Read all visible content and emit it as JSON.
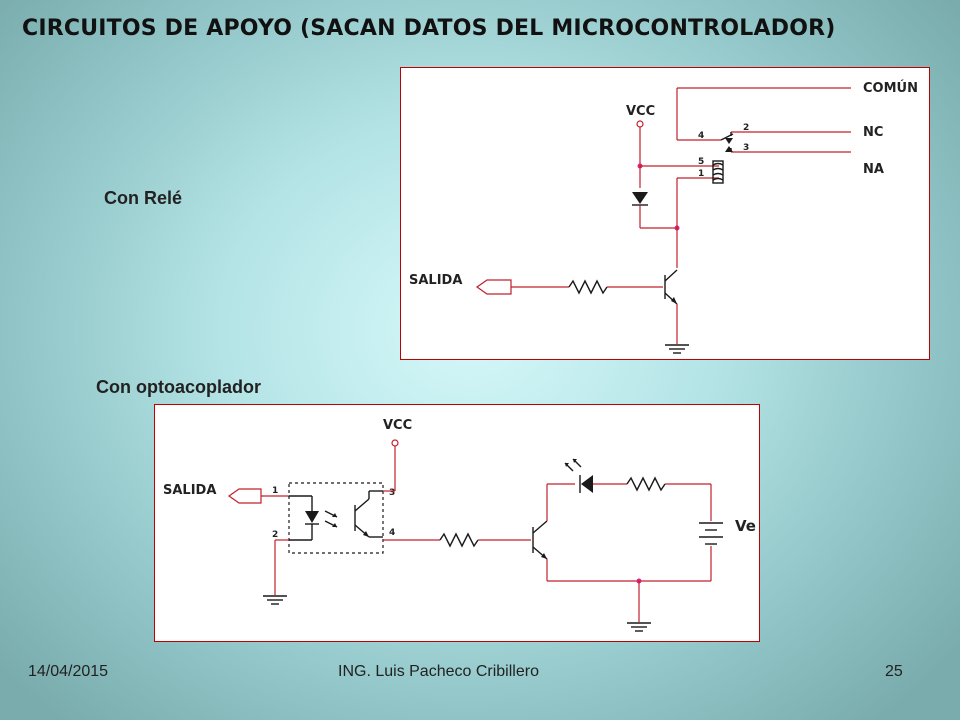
{
  "title": "CIRCUITOS DE APOYO (SACAN DATOS DEL MICROCONTROLADOR)",
  "relay_section": {
    "label": "Con Relé",
    "vcc": "VCC",
    "salida": "SALIDA",
    "comun": "COMÚN",
    "nc": "NC",
    "na": "NA",
    "pins": [
      "1",
      "2",
      "3",
      "4",
      "5"
    ]
  },
  "opto_section": {
    "label": "Con optoacoplador",
    "vcc": "VCC",
    "salida": "SALIDA",
    "ve": "Ve",
    "pins": [
      "1",
      "2",
      "3",
      "4"
    ]
  },
  "footer": {
    "date": "14/04/2015",
    "author": "ING. Luis Pacheco Cribillero",
    "page": "25"
  },
  "colors": {
    "wire": "#c0202a",
    "border": "#c00000",
    "junction": "#e0207a"
  }
}
